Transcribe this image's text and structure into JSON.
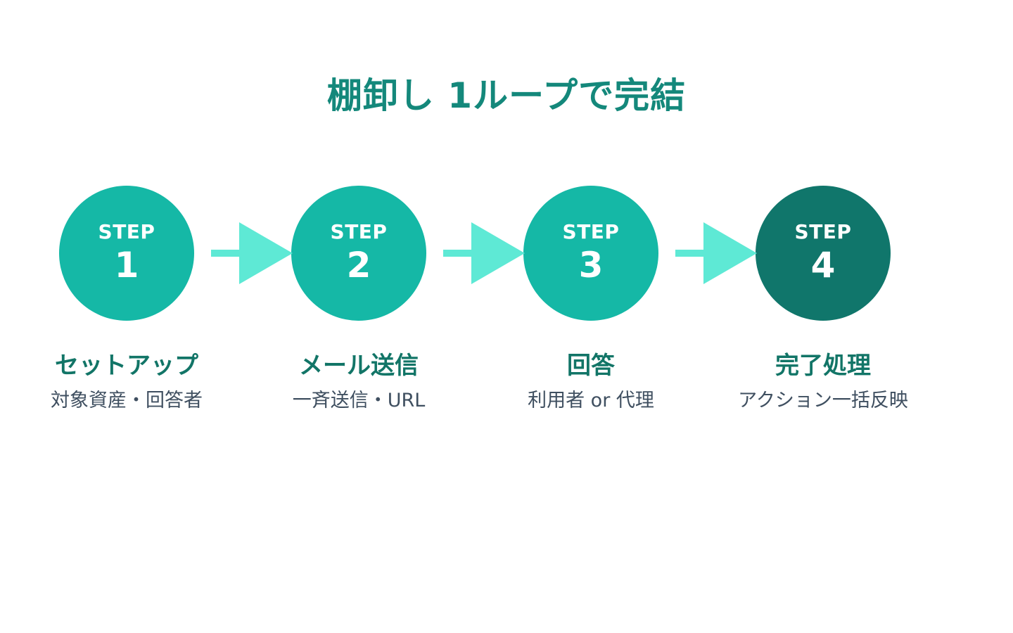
{
  "title": "棚卸し 1ループで完結",
  "colors": {
    "title": "#14887b",
    "step_primary": "#15b8a6",
    "step_final": "#10766b",
    "arrow": "#5ee9d5",
    "label_title": "#127567",
    "label_sub": "#3f4f60"
  },
  "steps": [
    {
      "word": "STEP",
      "number": "1",
      "title": "セットアップ",
      "subtitle": "対象資産・回答者"
    },
    {
      "word": "STEP",
      "number": "2",
      "title": "メール送信",
      "subtitle": "一斉送信・URL"
    },
    {
      "word": "STEP",
      "number": "3",
      "title": "回答",
      "subtitle": "利用者 or 代理"
    },
    {
      "word": "STEP",
      "number": "4",
      "title": "完了処理",
      "subtitle": "アクション一括反映"
    }
  ]
}
